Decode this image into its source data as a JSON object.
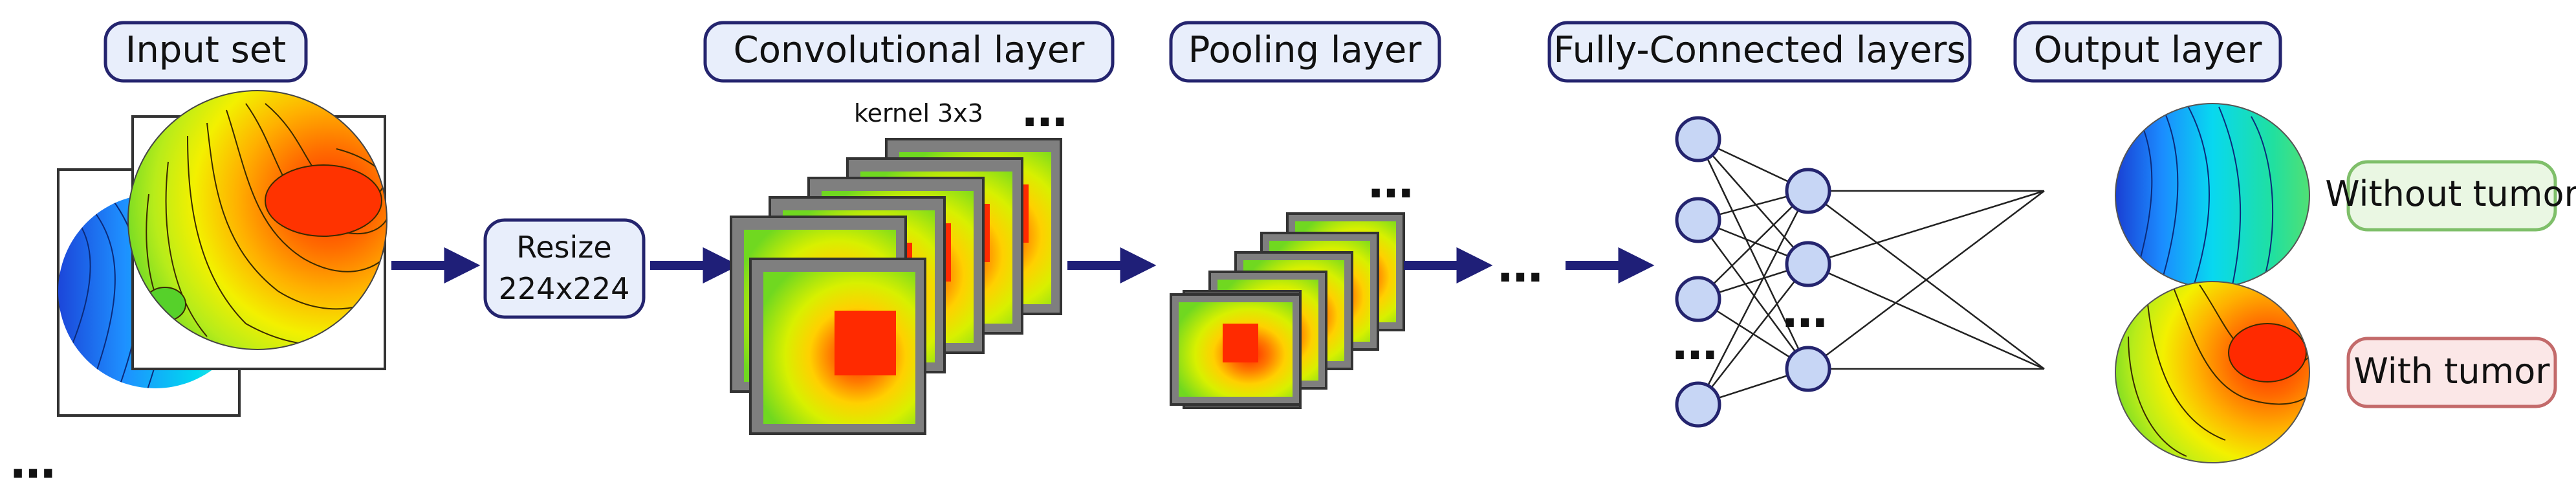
{
  "headers": {
    "input": "Input set",
    "conv": "Convolutional layer",
    "pool": "Pooling layer",
    "fc": "Fully-Connected layers",
    "output": "Output layer"
  },
  "resize": {
    "line1": "Resize",
    "line2": "224x224"
  },
  "kernel_label": "kernel 3x3",
  "ellipsis": "…",
  "outputs": {
    "without": "Without tumor",
    "with": "With tumor"
  },
  "colors": {
    "header_fill": "#e8eefb",
    "header_stroke": "#24246e",
    "arrow": "#1f1f78",
    "neuron_fill": "#c7d6f5",
    "neuron_stroke": "#24246e",
    "without_fill": "#eaf7e3",
    "without_stroke": "#7fbf6a",
    "with_fill": "#fbe7e7",
    "with_stroke": "#c36a6a"
  }
}
